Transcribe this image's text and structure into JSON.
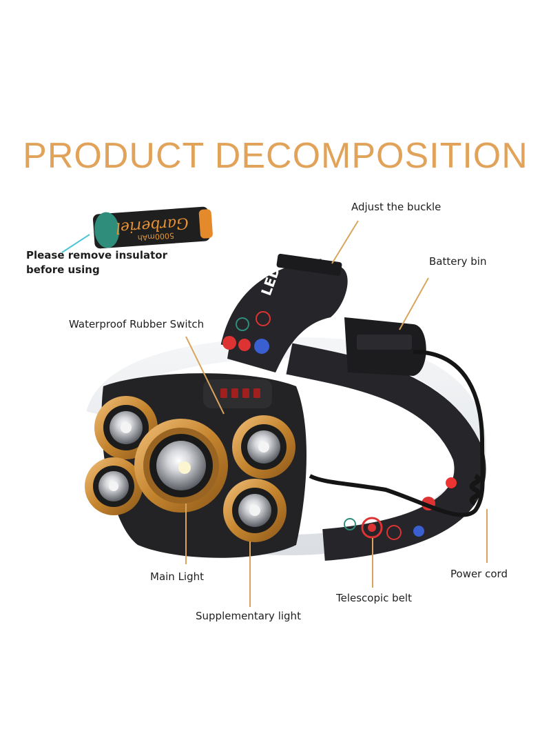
{
  "title": "PRODUCT DECOMPOSITION",
  "battery": {
    "brand": "Garberiel",
    "capacity": "5000mAh"
  },
  "headband_print": "LED HT",
  "labels": {
    "insulator_line1": "Please remove insulator",
    "insulator_line2": "before using",
    "adjust_buckle": "Adjust the buckle",
    "battery_bin": "Battery  bin",
    "waterproof_switch": "Waterproof Rubber Switch",
    "main_light": "Main Light",
    "supplementary_light": "Supplementary  light",
    "telescopic_belt": "Telescopic belt",
    "power_cord": "Power cord"
  },
  "colors": {
    "title": "#e1a35a",
    "leader_line": "#d9a55c",
    "gold": "#c88a3e",
    "strap": "#2a2a2e",
    "battery_cap": "#2f8d7c"
  }
}
